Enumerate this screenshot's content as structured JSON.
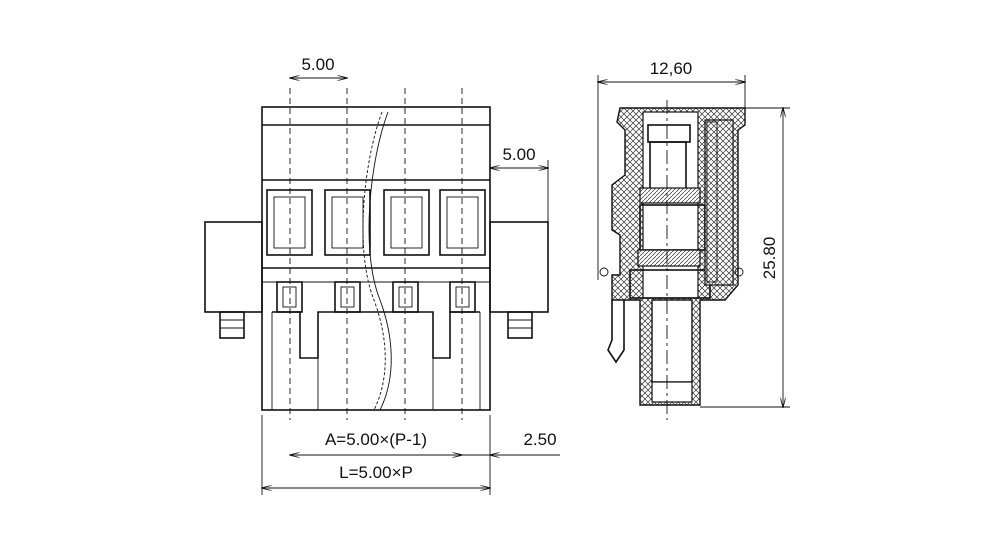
{
  "drawing": {
    "front_view": {
      "pitch_top": "5.00",
      "flange_width": "5.00",
      "dim_a": "A=5.00×(P-1)",
      "offset": "2.50",
      "dim_l": "L=5.00×P"
    },
    "side_view": {
      "width": "12,60",
      "height": "25.80"
    }
  }
}
